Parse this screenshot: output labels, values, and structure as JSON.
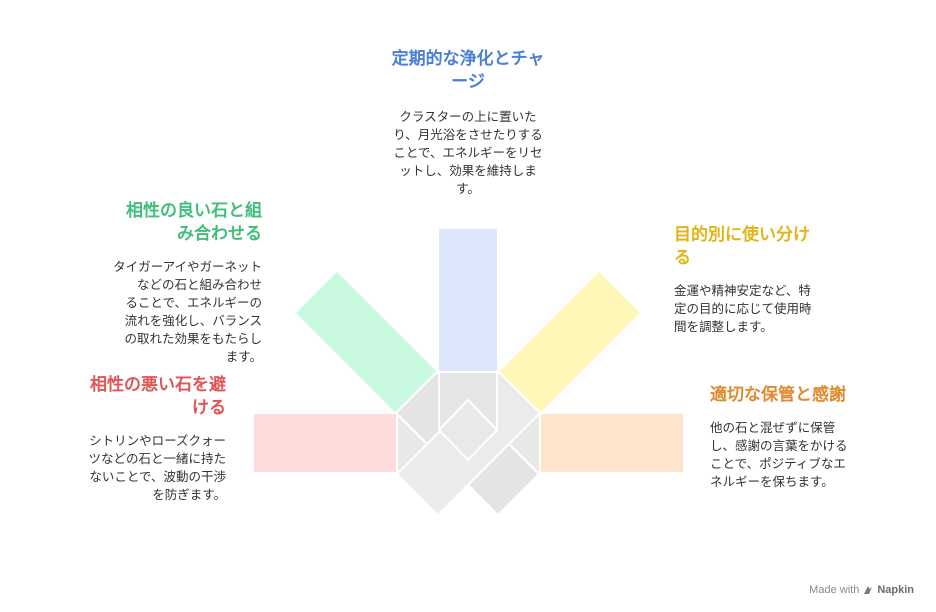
{
  "colors": {
    "blue": "#4a7fd6",
    "green": "#3fbf7a",
    "yellow": "#e0b616",
    "red": "#e05555",
    "orange": "#e08a2e"
  },
  "items": [
    {
      "title": "定期的な浄化とチャージ",
      "title_lines": [
        "定期的な浄化とチャ",
        "ージ"
      ],
      "body_lines": [
        "クラスターの上に置いた",
        "り、月光浴をさせたりする",
        "ことで、エネルギーをリセ",
        "ットし、効果を維持しま",
        "す。"
      ]
    },
    {
      "title": "相性の良い石と組み合わせる",
      "title_lines": [
        "相性の良い石と組",
        "み合わせる"
      ],
      "body_lines": [
        "タイガーアイやガーネット",
        "などの石と組み合わせ",
        "ることで、エネルギーの",
        "流れを強化し、バランス",
        "の取れた効果をもたらし",
        "ます。"
      ]
    },
    {
      "title": "目的別に使い分ける",
      "title_lines": [
        "目的別に使い分け",
        "る"
      ],
      "body_lines": [
        "金運や精神安定など、特",
        "定の目的に応じて使用時",
        "間を調整します。"
      ]
    },
    {
      "title": "相性の悪い石を避ける",
      "title_lines": [
        "相性の悪い石を避",
        "ける"
      ],
      "body_lines": [
        "シトリンやローズクォー",
        "ツなどの石と一緒に持た",
        "ないことで、波動の干渉",
        "を防ぎます。"
      ]
    },
    {
      "title": "適切な保管と感謝",
      "title_lines": [
        "適切な保管と感謝"
      ],
      "body_lines": [
        "他の石と混ぜずに保管",
        "し、感謝の言葉をかける",
        "ことで、ポジティブなエ",
        "ネルギーを保ちます。"
      ]
    }
  ],
  "brand": {
    "text": "Made with",
    "logo": "Napkin",
    "icon": "napkin-logo-icon"
  }
}
